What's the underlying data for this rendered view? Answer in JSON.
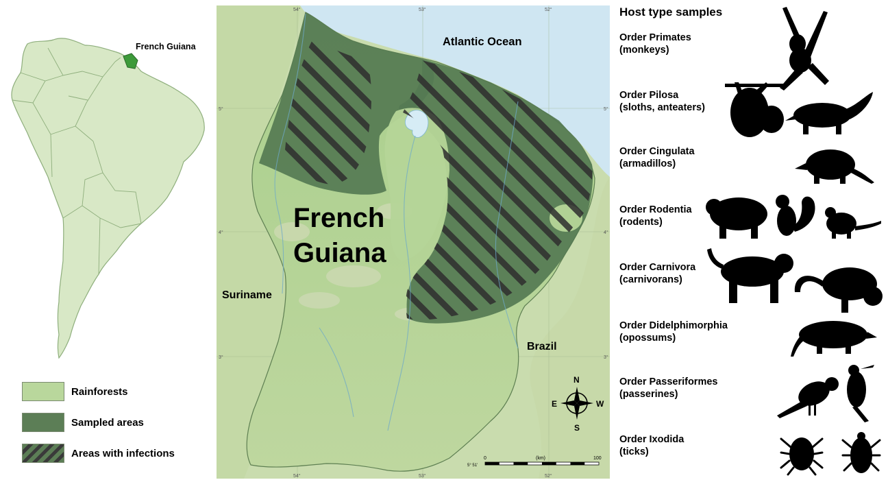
{
  "inset": {
    "label": "French Guiana"
  },
  "legend": [
    {
      "key": "rainforests",
      "label": "Rainforests"
    },
    {
      "key": "sampled",
      "label": "Sampled areas"
    },
    {
      "key": "infections",
      "label": "Areas with infections"
    }
  ],
  "map": {
    "title_line1": "French",
    "title_line2": "Guiana",
    "ocean": "Atlantic Ocean",
    "west": "Suriname",
    "east": "Brazil",
    "lon_ticks": [
      "54°",
      "53°",
      "52°"
    ],
    "lat_ticks": [
      "5°",
      "4°",
      "3°"
    ],
    "compass": {
      "n": "N",
      "e": "E",
      "w": "W",
      "s": "S"
    },
    "scale": {
      "start": "0",
      "unit": "(km)",
      "end": "100",
      "coord": "5° 51'"
    }
  },
  "panel": {
    "title": "Host type samples",
    "orders": [
      {
        "name": "Order Primates",
        "common": "(monkeys)",
        "icons": [
          "monkey-icon"
        ]
      },
      {
        "name": "Order Pilosa",
        "common": "(sloths, anteaters)",
        "icons": [
          "sloth-icon",
          "anteater-icon"
        ]
      },
      {
        "name": "Order Cingulata",
        "common": "(armadillos)",
        "icons": [
          "armadillo-icon"
        ]
      },
      {
        "name": "Order Rodentia",
        "common": "(rodents)",
        "icons": [
          "capybara-icon",
          "squirrel-icon",
          "rat-icon"
        ]
      },
      {
        "name": "Order Carnivora",
        "common": "(carnivorans)",
        "icons": [
          "jaguar-icon",
          "kinkajou-icon"
        ]
      },
      {
        "name": "Order Didelphimorphia",
        "common": "(opossums)",
        "icons": [
          "opossum-icon"
        ]
      },
      {
        "name": "Order Passeriformes",
        "common": "(passerines)",
        "icons": [
          "perching-bird-icon",
          "woodcreeper-icon"
        ]
      },
      {
        "name": "Order Ixodida",
        "common": "(ticks)",
        "icons": [
          "tick-icon",
          "tick-female-icon"
        ]
      }
    ]
  },
  "colors": {
    "rainforest": "#b9d79c",
    "sampled": "#5c7e56",
    "hatch": "#3a3a3a",
    "ocean": "#cfe6f2",
    "inset_land": "#d8e8c6",
    "inset_highlight": "#3d9a3a"
  }
}
